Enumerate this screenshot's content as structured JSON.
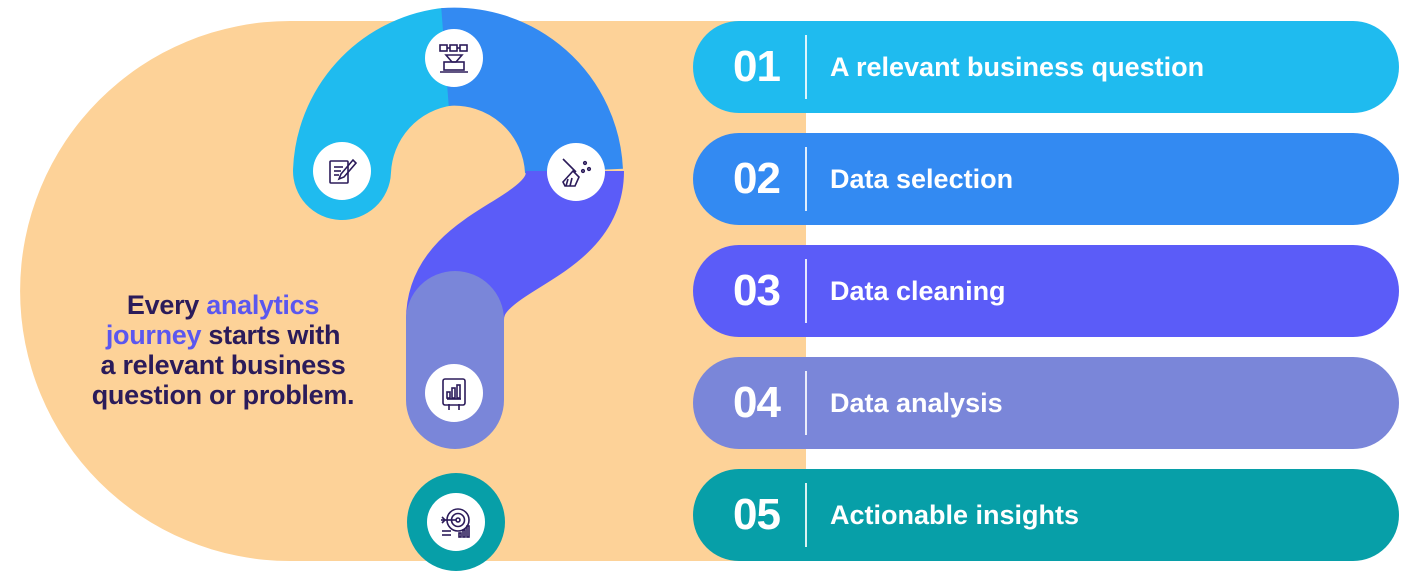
{
  "headline": {
    "part1": "Every ",
    "highlight1": "analytics",
    "highlight2": "journey",
    "part2": " starts with",
    "line3": "a relevant business",
    "line4": "question or problem."
  },
  "colors": {
    "background_shape": "#fdd298",
    "headline_text": "#2b1b5a",
    "headline_highlight": "#5b57ef",
    "step1": "#1fbbef",
    "step2": "#338af2",
    "step3": "#5b5cf8",
    "step4": "#7a86d9",
    "step5": "#079fa8"
  },
  "steps": [
    {
      "number": "01",
      "label": "A relevant business question",
      "icon": "document-edit-icon"
    },
    {
      "number": "02",
      "label": "Data selection",
      "icon": "laptop-data-icon"
    },
    {
      "number": "03",
      "label": "Data cleaning",
      "icon": "broom-icon"
    },
    {
      "number": "04",
      "label": "Data analysis",
      "icon": "tablet-chart-icon"
    },
    {
      "number": "05",
      "label": "Actionable insights",
      "icon": "target-arrow-icon"
    }
  ]
}
